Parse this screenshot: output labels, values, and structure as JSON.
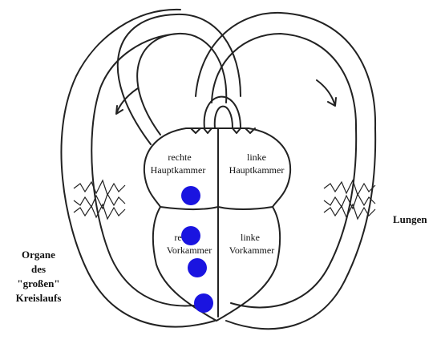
{
  "chambers": {
    "right_main_line1": "rechte",
    "right_main_line2": "Hauptkammer",
    "left_main_line1": "linke",
    "left_main_line2": "Hauptkammer",
    "right_fore_line1": "rechte",
    "right_fore_line2": "Vorkammer",
    "left_fore_line1": "linke",
    "left_fore_line2": "Vorkammer"
  },
  "labels": {
    "lungs": "Lungen",
    "organs_line1": "Organe",
    "organs_line2": "des",
    "organs_line3": "\"großen\"",
    "organs_line4": "Kreislaufs"
  },
  "marker_color": "#1a14e0",
  "line_color": "#222222"
}
